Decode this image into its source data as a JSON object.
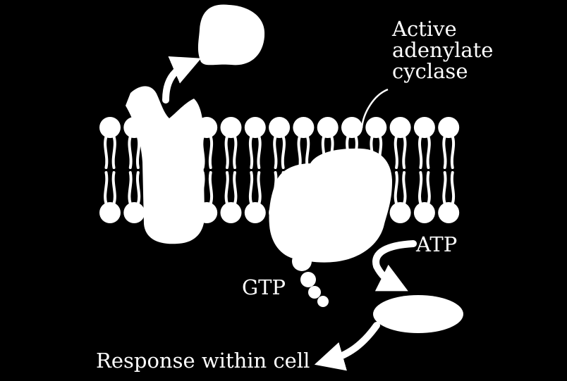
{
  "colors": {
    "background": "#000000",
    "foreground": "#ffffff"
  },
  "labels": {
    "active_adenylate_cyclase": [
      "Active",
      "adenylate",
      "cyclase"
    ],
    "atp": "ATP",
    "gtp": "GTP",
    "response": "Response within cell"
  }
}
